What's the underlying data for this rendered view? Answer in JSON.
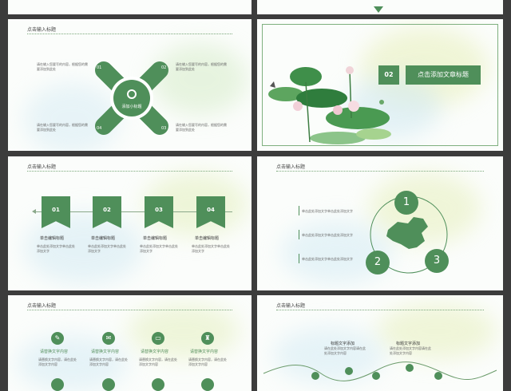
{
  "colors": {
    "accent": "#4f8f5a",
    "background": "#3c3c3c"
  },
  "slide_title": "点击输入标题",
  "cross": {
    "center_label": "添加小标题",
    "nums": [
      "01",
      "02",
      "03",
      "04"
    ],
    "texts": [
      "请在输入您要写的内容，根据您的需要添加到此处",
      "请在输入您要写的内容，根据您的需要添加到此处",
      "请在输入您要写的内容，根据您的需要添加到此处",
      "请在输入您要写的内容，根据您的需要添加到此处"
    ]
  },
  "chapter": {
    "number": "02",
    "title": "点击添加文章标题"
  },
  "ribbons": {
    "items": [
      {
        "num": "01",
        "label": "单击编辑标题",
        "desc": "单击此处添加文字单击此处添加文字"
      },
      {
        "num": "02",
        "label": "单击编辑标题",
        "desc": "单击此处添加文字单击此处添加文字"
      },
      {
        "num": "03",
        "label": "单击编辑标题",
        "desc": "单击此处添加文字单击此处添加文字"
      },
      {
        "num": "04",
        "label": "单击编辑标题",
        "desc": "单击此处添加文字单击此处添加文字"
      }
    ]
  },
  "map_slide": {
    "lines": [
      "单击此处添加文字单击此处添加文字",
      "单击此处添加文字单击此处添加文字",
      "单击此处添加文字单击此处添加文字"
    ],
    "nums": [
      "1",
      "2",
      "3"
    ]
  },
  "features": {
    "items": [
      {
        "icon": "pencil-icon",
        "glyph": "✎",
        "label": "请替换文字内容",
        "desc": "请替换文字内容，请在此处添加文字内容"
      },
      {
        "icon": "chat-icon",
        "glyph": "✉",
        "label": "请替换文字内容",
        "desc": "请替换文字内容，请在此处添加文字内容"
      },
      {
        "icon": "monitor-icon",
        "glyph": "▭",
        "label": "请替换文字内容",
        "desc": "请替换文字内容，请在此处添加文字内容"
      },
      {
        "icon": "shirt-icon",
        "glyph": "♜",
        "label": "请替换文字内容",
        "desc": "请替换文字内容，请在此处添加文字内容"
      }
    ]
  },
  "timeline": {
    "items": [
      {
        "title": "标题文字添加",
        "desc": "请在此处添加文字内容请在此处添加文字内容"
      },
      {
        "title": "标题文字添加",
        "desc": "请在此处添加文字内容请在此处添加文字内容"
      }
    ]
  }
}
